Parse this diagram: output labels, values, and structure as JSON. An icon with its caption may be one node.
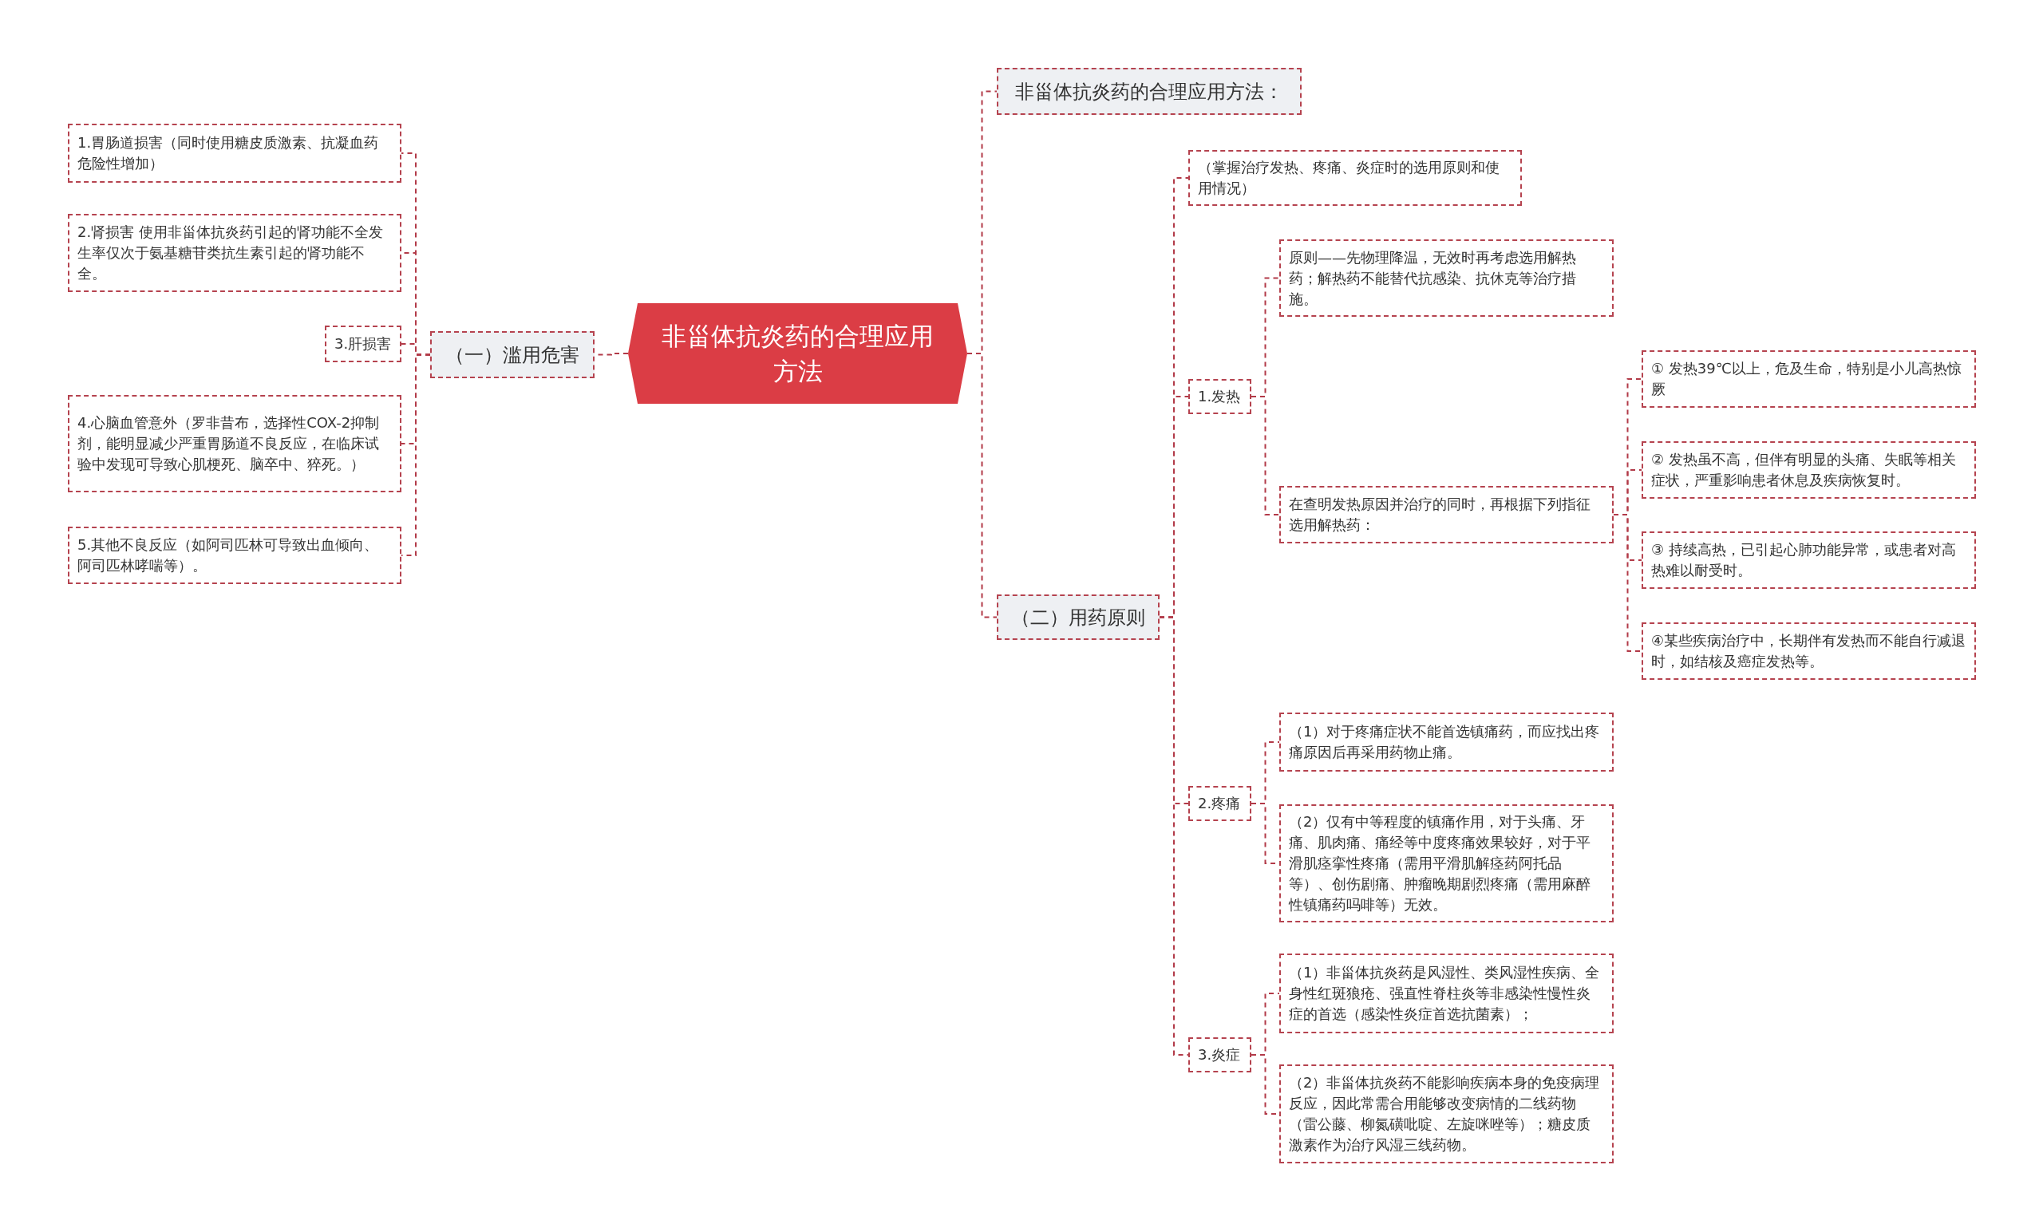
{
  "diagram": {
    "nodes": [
      {
        "text": [
          "非甾体抗炎药的合理应用方法"
        ]
      },
      {
        "text": [
          "（一）滥用危害"
        ]
      },
      {
        "text": [
          "1.胃肠道损害（同时使用糖皮质激素、抗凝血药危险性增加）"
        ]
      },
      {
        "text": [
          "2.肾损害 使用非甾体抗炎药引起的肾功能不全发生率仅次于氨基糖苷类抗生素引起的肾功能不全。"
        ]
      },
      {
        "text": [
          "3.肝损害"
        ]
      },
      {
        "text": [
          "4.心脑血管意外（罗非昔布，选择性COX-2抑制剂，能明显减少严重胃肠道不良反应，在临床试验中发现可导致心肌梗死、脑卒中、猝死。）"
        ]
      },
      {
        "text": [
          "5.其他不良反应（如阿司匹林可导致出血倾向、阿司匹林哮喘等）。"
        ]
      },
      {
        "text": [
          "非甾体抗炎药的合理应用方法："
        ]
      },
      {
        "text": [
          "（二）用药原则"
        ]
      },
      {
        "text": [
          "（掌握治疗发热、疼痛、炎症时的选用原则和使用情况）"
        ]
      },
      {
        "text": [
          "1.发热"
        ]
      },
      {
        "text": [
          "原则——先物理降温，无效时再考虑选用解热药；解热药不能替代抗感染、抗休克等治疗措施。"
        ]
      },
      {
        "text": [
          "在查明发热原因并治疗的同时，再根据下列指征选用解热药："
        ]
      },
      {
        "text": [
          "① 发热39℃以上，危及生命，特别是小儿高热惊厥"
        ]
      },
      {
        "text": [
          "② 发热虽不高，但伴有明显的头痛、失眠等相关症状，严重影响患者休息及疾病恢复时。"
        ]
      },
      {
        "text": [
          "③ 持续高热，已引起心肺功能异常，或患者对高热难以耐受时。"
        ]
      },
      {
        "text": [
          "④某些疾病治疗中，长期伴有发热而不能自行减退时，如结核及癌症发热等。"
        ]
      },
      {
        "text": [
          "2.疼痛"
        ]
      },
      {
        "text": [
          "（1）对于疼痛症状不能首选镇痛药，而应找出疼痛原因后再采用药物止痛。"
        ]
      },
      {
        "text": [
          "（2）仅有中等程度的镇痛作用，对于头痛、牙痛、肌肉痛、痛经等中度疼痛效果较好，对于平滑肌痉挛性疼痛（需用平滑肌解痉药阿托品等）、创伤剧痛、肿瘤晚期剧烈疼痛（需用麻醉性镇痛药吗啡等）无效。"
        ]
      },
      {
        "text": [
          "3.炎症"
        ]
      },
      {
        "text": [
          "（1）非甾体抗炎药是风湿性、类风湿性疾病、全身性红斑狼疮、强直性脊柱炎等非感染性慢性炎症的首选（感染性炎症首选抗菌素）；"
        ]
      },
      {
        "text": [
          "（2）非甾体抗炎药不能影响疾病本身的免疫病理反应，因此常需合用能够改变病情的二线药物（雷公藤、柳氮磺吡啶、左旋咪唑等）；糖皮质激素作为治疗风湿三线药物。"
        ]
      }
    ],
    "edges": [
      {
        "from": 0,
        "to": 1,
        "arrow": "none",
        "style": "dashed"
      },
      {
        "from": 1,
        "to": 2,
        "arrow": "none",
        "style": "dashed"
      },
      {
        "from": 1,
        "to": 3,
        "arrow": "none",
        "style": "dashed"
      },
      {
        "from": 1,
        "to": 4,
        "arrow": "none",
        "style": "dashed"
      },
      {
        "from": 1,
        "to": 5,
        "arrow": "none",
        "style": "dashed"
      },
      {
        "from": 1,
        "to": 6,
        "arrow": "none",
        "style": "dashed"
      },
      {
        "from": 0,
        "to": 7,
        "arrow": "none",
        "style": "dashed"
      },
      {
        "from": 0,
        "to": 8,
        "arrow": "none",
        "style": "dashed"
      },
      {
        "from": 8,
        "to": 9,
        "arrow": "none",
        "style": "dashed"
      },
      {
        "from": 8,
        "to": 10,
        "arrow": "none",
        "style": "dashed"
      },
      {
        "from": 10,
        "to": 11,
        "arrow": "none",
        "style": "dashed"
      },
      {
        "from": 10,
        "to": 12,
        "arrow": "none",
        "style": "dashed"
      },
      {
        "from": 12,
        "to": 13,
        "arrow": "none",
        "style": "dashed"
      },
      {
        "from": 12,
        "to": 14,
        "arrow": "none",
        "style": "dashed"
      },
      {
        "from": 12,
        "to": 15,
        "arrow": "none",
        "style": "dashed"
      },
      {
        "from": 12,
        "to": 16,
        "arrow": "none",
        "style": "dashed"
      },
      {
        "from": 8,
        "to": 17,
        "arrow": "none",
        "style": "dashed"
      },
      {
        "from": 17,
        "to": 18,
        "arrow": "none",
        "style": "dashed"
      },
      {
        "from": 17,
        "to": 19,
        "arrow": "none",
        "style": "dashed"
      },
      {
        "from": 8,
        "to": 20,
        "arrow": "none",
        "style": "dashed"
      },
      {
        "from": 20,
        "to": 21,
        "arrow": "none",
        "style": "dashed"
      },
      {
        "from": 20,
        "to": 22,
        "arrow": "none",
        "style": "dashed"
      }
    ]
  }
}
